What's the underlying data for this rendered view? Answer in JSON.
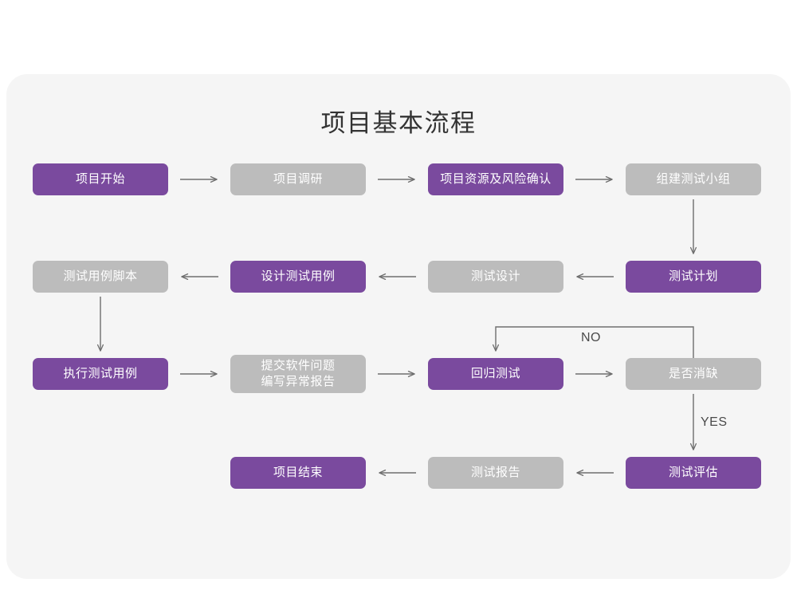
{
  "card": {
    "background": "#f5f5f5"
  },
  "title": "项目基本流程",
  "colors": {
    "purple": "#7a4a9e",
    "gray": "#bcbcbc",
    "connector": "#6e6e6e",
    "title_text": "#333333",
    "card_bg": "#f5f5f5",
    "page_bg": "#ffffff"
  },
  "nodes": [
    {
      "id": "n1",
      "label": "项目开始",
      "style": "purple",
      "row": 1,
      "col": 1
    },
    {
      "id": "n2",
      "label": "项目调研",
      "style": "gray",
      "row": 1,
      "col": 2
    },
    {
      "id": "n3",
      "label": "项目资源及风险确认",
      "style": "purple",
      "row": 1,
      "col": 3
    },
    {
      "id": "n4",
      "label": "组建测试小组",
      "style": "gray",
      "row": 1,
      "col": 4
    },
    {
      "id": "n5",
      "label": "测试用例脚本",
      "style": "gray",
      "row": 2,
      "col": 1
    },
    {
      "id": "n6",
      "label": "设计测试用例",
      "style": "purple",
      "row": 2,
      "col": 2
    },
    {
      "id": "n7",
      "label": "测试设计",
      "style": "gray",
      "row": 2,
      "col": 3
    },
    {
      "id": "n8",
      "label": "测试计划",
      "style": "purple",
      "row": 2,
      "col": 4
    },
    {
      "id": "n9",
      "label": "执行测试用例",
      "style": "purple",
      "row": 3,
      "col": 1
    },
    {
      "id": "n10",
      "label": "提交软件问题\n编写异常报告",
      "style": "gray",
      "row": 3,
      "col": 2
    },
    {
      "id": "n11",
      "label": "回归测试",
      "style": "purple",
      "row": 3,
      "col": 3
    },
    {
      "id": "n12",
      "label": "是否消缺",
      "style": "gray",
      "row": 3,
      "col": 4
    },
    {
      "id": "n13",
      "label": "项目结束",
      "style": "purple",
      "row": 4,
      "col": 2
    },
    {
      "id": "n14",
      "label": "测试报告",
      "style": "gray",
      "row": 4,
      "col": 3
    },
    {
      "id": "n15",
      "label": "测试评估",
      "style": "purple",
      "row": 4,
      "col": 4
    }
  ],
  "edge_labels": {
    "no": "NO",
    "yes": "YES"
  }
}
